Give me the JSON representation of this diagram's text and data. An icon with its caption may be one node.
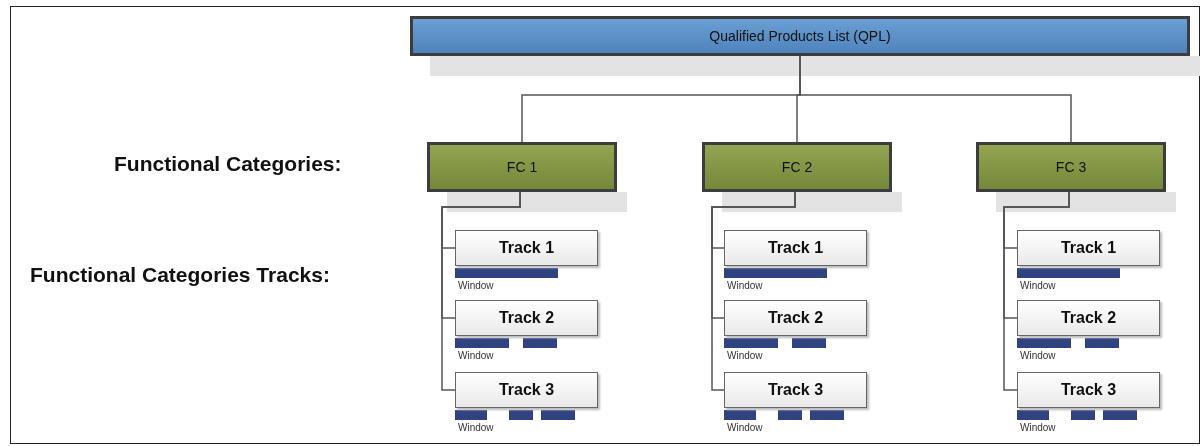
{
  "diagram": {
    "nodes": [
      {
        "text": [
          "Qualified Products List (QPL)"
        ]
      },
      {
        "text": [
          "FC 1"
        ]
      },
      {
        "text": [
          "Track 1"
        ],
        "beside": [
          "Window"
        ]
      },
      {
        "text": [
          "Track 2"
        ],
        "beside": [
          "Window"
        ]
      },
      {
        "text": [
          "Track 3"
        ],
        "beside": [
          "Window"
        ]
      },
      {
        "text": [
          "FC 2"
        ]
      },
      {
        "text": [
          "Track 1"
        ],
        "beside": [
          "Window"
        ]
      },
      {
        "text": [
          "Track 2"
        ],
        "beside": [
          "Window"
        ]
      },
      {
        "text": [
          "Track 3"
        ],
        "beside": [
          "Window"
        ]
      },
      {
        "text": [
          "FC 3"
        ]
      },
      {
        "text": [
          "Track 1"
        ],
        "beside": [
          "Window"
        ]
      },
      {
        "text": [
          "Track 2"
        ],
        "beside": [
          "Window"
        ]
      },
      {
        "text": [
          "Track 3"
        ],
        "beside": [
          "Window"
        ]
      }
    ],
    "edges": [
      {
        "from": 0,
        "to": 1,
        "arrow": "none"
      },
      {
        "from": 0,
        "to": 5,
        "arrow": "none"
      },
      {
        "from": 0,
        "to": 9,
        "arrow": "none"
      },
      {
        "from": 1,
        "to": 2,
        "arrow": "none"
      },
      {
        "from": 1,
        "to": 3,
        "arrow": "none"
      },
      {
        "from": 1,
        "to": 4,
        "arrow": "none"
      },
      {
        "from": 5,
        "to": 6,
        "arrow": "none"
      },
      {
        "from": 5,
        "to": 7,
        "arrow": "none"
      },
      {
        "from": 5,
        "to": 8,
        "arrow": "none"
      },
      {
        "from": 9,
        "to": 10,
        "arrow": "none"
      },
      {
        "from": 9,
        "to": 11,
        "arrow": "none"
      },
      {
        "from": 9,
        "to": 12,
        "arrow": "none"
      }
    ],
    "labels": [
      "Functional Categories:",
      "Functional Categories Tracks:"
    ]
  }
}
